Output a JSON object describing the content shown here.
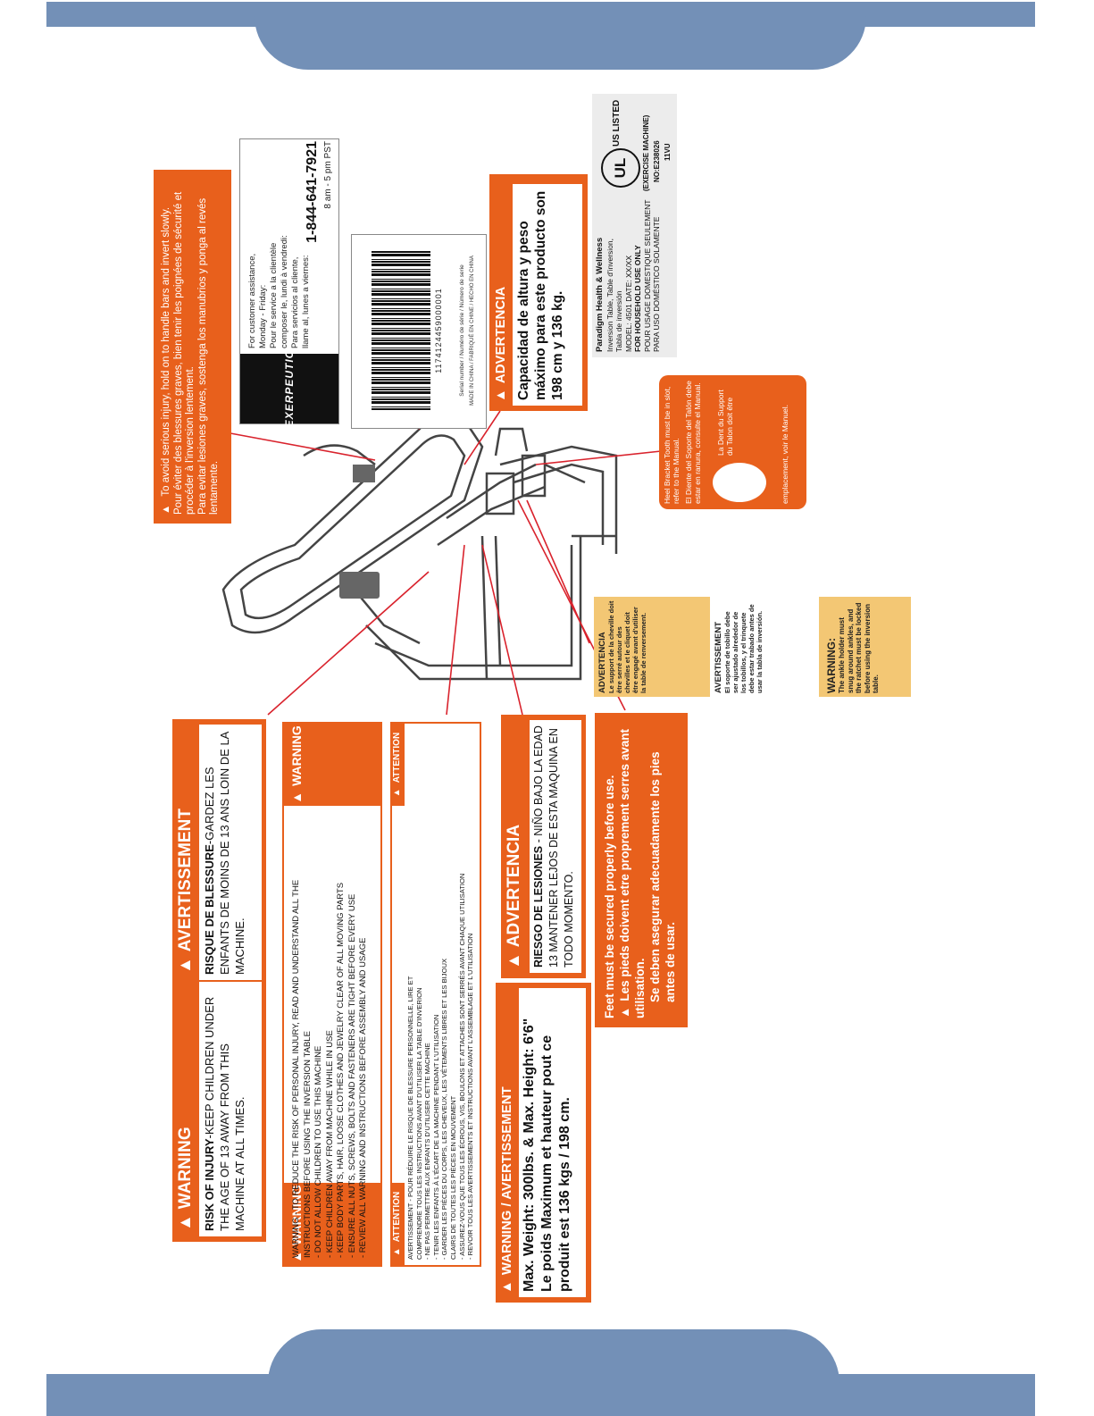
{
  "brand": "EXERPEUTIC",
  "service": {
    "lines": [
      "For customer assistance,",
      "Monday - Friday:",
      "Pour le service a la clientèle",
      "composer le, lundi à vendredi:",
      "Para servicios al cliente,",
      "llame al, lunes a viernes:"
    ],
    "phone": "1-844-641-7921",
    "hours": "8 am - 5 pm PST"
  },
  "serial": {
    "number": "1174124459000001",
    "caption": "Serial number / Numéro de série / Número de serie",
    "made_in": "MADE IN CHINA / FABRIQUÉ EN CHINE / HECHO EN CHINA"
  },
  "invert_label": {
    "en": "To avoid serious injury, hold on to handle bars and invert slowly.",
    "fr": "Pour éviter des blessures graves, bien tenir les poignées de sécurité et procéder à l'inversion lentement.",
    "es": "Para evitar lesiones graves, sostenga los manubrios y ponga al revés lentamente."
  },
  "advertencia_capacity": {
    "title": "ADVERTENCIA",
    "text": "Capacidad de altura y peso máximo para este producto son 198 cm y 136 kg."
  },
  "ul_label": {
    "company": "Paradigm Health & Wellness",
    "line1": "Inversion Table, Table d'inversion,",
    "line2": "Tabla de inversión",
    "model": "MODEL: 4501   DATE: XX/XX",
    "household": "FOR HOUSEHOLD USE ONLY",
    "fr": "POUR USAGE DOMESTIQUE SEULEMENT",
    "es": "PARA USO DOMÉSTICO SOLAMENTE",
    "us_listed": "US LISTED",
    "ul_mark": "UL",
    "exercise": "(EXERCISE MACHINE)",
    "file_no": "NO:E238026",
    "code": "11VU"
  },
  "heel_label": {
    "en": "Heel Bracket Tooth must be in slot, refer to the Manual.",
    "es": "El Diente del Soporte del Talón debe estar en ranura, consulte el Manual.",
    "fr_a": "La Dent du Support du Talon doit être",
    "fr_b": "emplacement, voir le Manuel."
  },
  "ankle_label": {
    "warning_title": "WARNING:",
    "warning_text": "The ankle holder must snug around ankles, and the ratchet must be locked before using the inversion table.",
    "avert_title": "AVERTISSEMENT",
    "avert_text": "El soporte de tobillo debe ser ajustado alrededor de los tobillos, y el trinquete debe estar trabado antes de usar la tabla de inversión.",
    "adv_title": "ADVERTENCIA",
    "adv_text": "Le support de la cheville doit être serré autour des chevilles et le cliquet doit être engagé avant d'utiliser la table de renversement."
  },
  "children_label": {
    "warning_title": "WARNING",
    "warning_bold": "RISK OF INJURY",
    "warning_text": "-KEEP CHILDREN UNDER THE AGE OF 13 AWAY FROM THIS MACHINE AT ALL TIMES.",
    "avert_title": "AVERTISSEMENT",
    "avert_bold": "RISQUE DE BLESSURE",
    "avert_text": "-GARDEZ LES ENFANTS DE MOINS DE 13 ANS LOIN DE LA MACHINE."
  },
  "big_warning": {
    "title": "WARNING",
    "lines": [
      "WARNING - TO REDUCE THE RISK OF PERSONAL INJURY, READ AND UNDERSTAND ALL THE",
      "INSTRUCTIONS BEFORE USING THE INVERSION TABLE",
      "- DO NOT ALLOW CHILDREN TO USE THIS MACHINE",
      "- KEEP CHILDREN AWAY FROM MACHINE WHILE IN USE",
      "- KEEP BODY PARTS, HAIR, LOOSE CLOTHES AND JEWELRY CLEAR OF ALL MOVING PARTS",
      "- ENSURE ALL NUTS, SCREWS, BOLTS AND FASTENERS ARE TIGHT BEFORE EVERY USE",
      "- REVIEW ALL WARNING AND INSTRUCTIONS BEFORE ASSEMBLY AND USAGE"
    ]
  },
  "attention": {
    "title": "ATTENTION",
    "lines": [
      "AVERTISSEMENT - POUR RÉDUIRE LE RISQUE DE BLESSURE PERSONNELLE, LIRE ET",
      "COMPRENDRE TOUS LES INSTRUCTIONS AVANT D'UTILISER LA TABLE D'INVERION",
      "- NE PAS PERMETTRE AUX ENFANTS D'UTILISER CETTE MACHINE",
      "- TENIR LES ENFANTS À L'ÉCART DE LA MACHINE PENDANT L'UTILISATION",
      "- GARDER LES PIÈCES DU CORPS, LES CHEVEUX, LES VÊTEMENTS LIBRES ET LES BIJOUX",
      "  CLAIRS DE TOUTES LES PIÈCES EN MOUVEMENT",
      "- ASSUREZ-VOUS QUE TOUS LES ÉCROUS, VIS, BOULONS ET ATTACHES SONT SERRÉS AVANT CHAQUE UTILISATION",
      "- REVOIR TOUS LES AVERTISSEMENTS ET INSTRUCTIONS AVANT L'ASSEMBLAGE ET L'UTILISATION"
    ]
  },
  "weight_label": {
    "title": "WARNING / AVERTISSEMENT",
    "en": "Max. Weight: 300lbs. & Max. Height: 6'6\"",
    "fr": "Le poids Maximum et hauteur pout ce produit est 136 kgs / 198 cm."
  },
  "riesgo_label": {
    "title": "ADVERTENCIA",
    "bold": "RIESGO DE LESIONES",
    "text": " - NIÑO BAJO LA EDAD 13 MANTENER LEJOS DE ESTA MAQUINA EN TODO MOMENTO."
  },
  "feet_label": {
    "en": "Feet must be secured properly before use.",
    "fr": "Les pieds doivent etre proprement serres avant utilisation.",
    "es": "Se deben asegurar adecuadamente los pies antes de usar."
  },
  "colors": {
    "band": "#7390b7",
    "orange": "#e8601c",
    "yellow": "#f3c774",
    "callout": "#d9232d"
  }
}
